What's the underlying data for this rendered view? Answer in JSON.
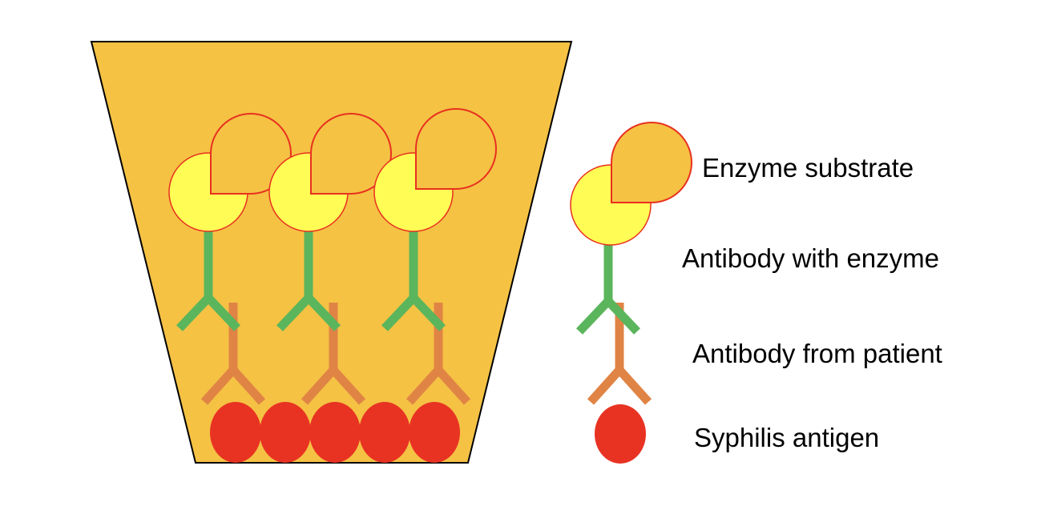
{
  "legend": {
    "enzyme_substrate": "Enzyme substrate",
    "antibody_with_enzyme": "Antibody with enzyme",
    "antibody_from_patient": "Antibody from patient",
    "syphilis_antigen": "Syphilis antigen"
  },
  "well": {
    "antigen_count": 5,
    "complex_count": 3
  },
  "colors": {
    "well_fill": "#F5C244",
    "substrate_fill": "#F5C244",
    "substrate_stroke": "#E8301F",
    "enzyme_fill": "#FFFC55",
    "enzyme_ab": "#5BB55C",
    "patient_ab": "#E08445",
    "antigen": "#E83323"
  }
}
